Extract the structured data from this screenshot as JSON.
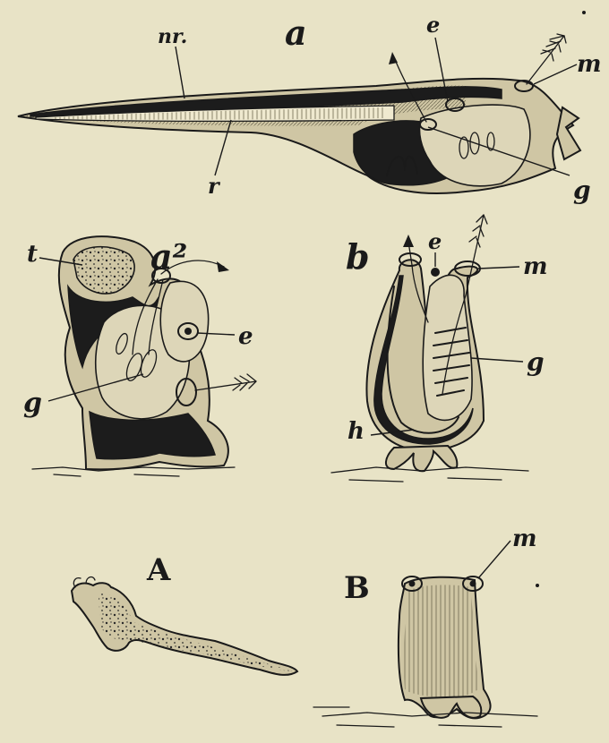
{
  "figures": {
    "a": {
      "caption": "a",
      "labels": {
        "nr": "nr.",
        "r": "r",
        "e": "e",
        "m": "m",
        "g": "g"
      }
    },
    "a2": {
      "caption": "a²",
      "labels": {
        "t": "t",
        "e": "e",
        "g": "g"
      }
    },
    "b": {
      "caption": "b",
      "labels": {
        "e": "e",
        "m": "m",
        "g": "g",
        "h": "h"
      }
    },
    "A": {
      "caption": "A"
    },
    "B": {
      "caption": "B",
      "labels": {
        "m": "m"
      }
    }
  }
}
